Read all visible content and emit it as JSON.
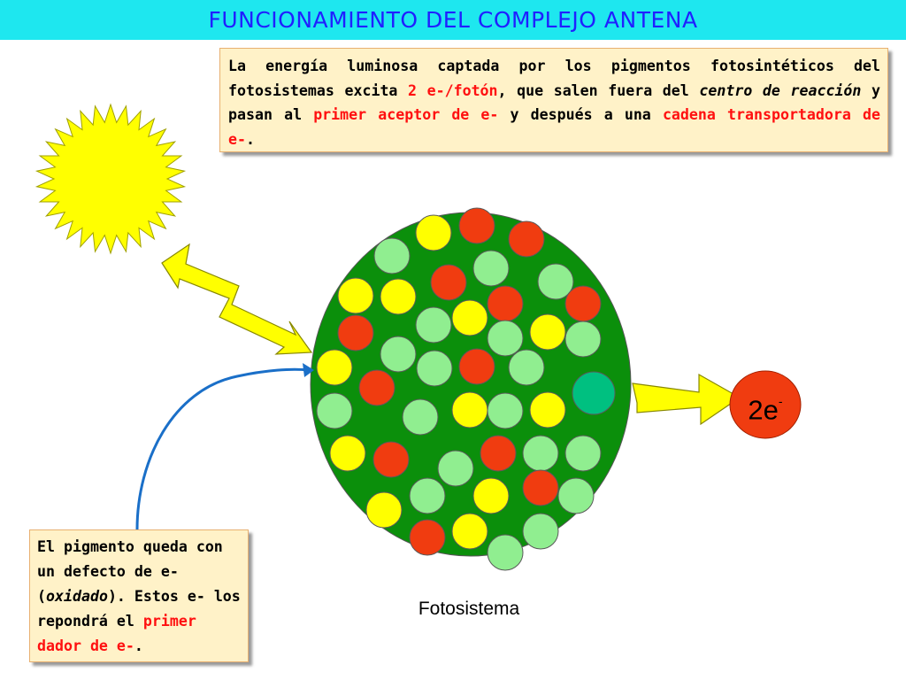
{
  "title": "FUNCIONAMIENTO DEL COMPLEJO ANTENA",
  "note_top": {
    "t1": "La energía luminosa captada por los pigmentos fotosintéticos del fotosistemas excita ",
    "t2": "2 e-/fotón",
    "t3": ", que salen fuera del ",
    "t4": "centro de reacción",
    "t5": " y pasan al ",
    "t6": "primer aceptor de e-",
    "t7": " y después a una ",
    "t8": "cadena transportadora de e-",
    "t9": "."
  },
  "note_left": {
    "t1": "El pigmento queda con un defecto de e- (",
    "t2": "oxidado",
    "t3": "). Estos e- los repondrá el ",
    "t4": "primer dador de e-",
    "t5": "."
  },
  "fotosistema_label": "Fotosistema",
  "electron": {
    "base": "2e",
    "sup": "-"
  },
  "colors": {
    "title_bg": "#1ee7ef",
    "title_text": "#2020ff",
    "note_bg": "#fff2c8",
    "highlight_red": "#ff1010",
    "cell_green": "#0b8f0b",
    "pigment_red": "#f03c10",
    "pigment_yellow": "#ffff00",
    "pigment_lightgreen": "#90ee90",
    "reaction_center": "#00c080",
    "sun": "#ffff00",
    "arrow_blue": "#1a6fc8"
  },
  "icons": [
    "sun-icon",
    "lightning-arrow-icon",
    "right-arrow-icon",
    "curved-arrow-icon"
  ]
}
